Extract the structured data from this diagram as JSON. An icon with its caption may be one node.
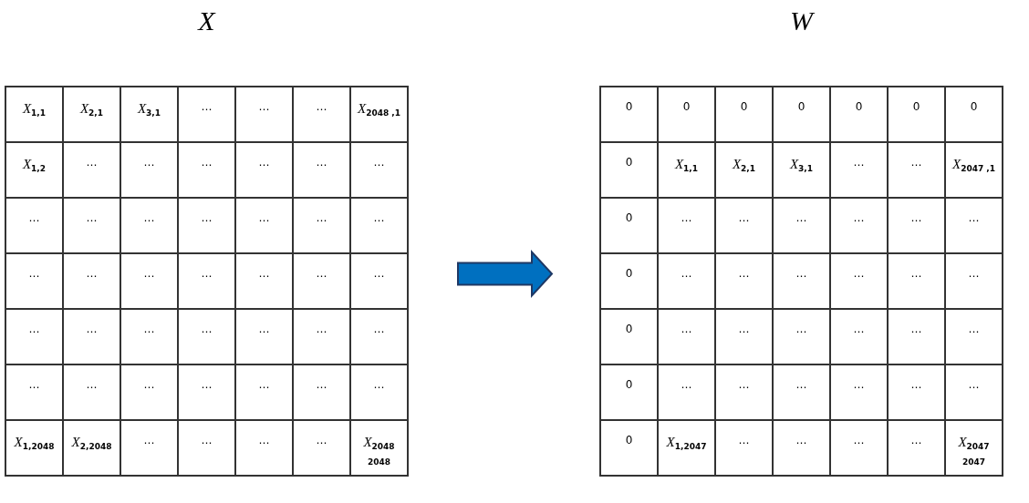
{
  "diagram": {
    "nodes": [
      {
        "text": [
          "X"
        ]
      },
      {
        "text": [
          "W"
        ]
      }
    ],
    "edges": [
      {
        "from": 0,
        "to": 1,
        "arrow": "to",
        "style": "thick",
        "color": "#0070c0"
      }
    ],
    "labels": [
      "*X*$_{1,1}$",
      "*X*$_{2,1}$",
      "*X*$_{3,1}$",
      "…",
      "…",
      "…",
      "*X*$_{2048 ,1}$",
      "*X*$_{1,2}$",
      "…",
      "…",
      "…",
      "…",
      "…",
      "…",
      "…",
      "…",
      "…",
      "…",
      "…",
      "…",
      "…",
      "…",
      "…",
      "…",
      "…",
      "…",
      "…",
      "…",
      "…",
      "…",
      "…",
      "…",
      "…",
      "…",
      "…",
      "…",
      "…",
      "…",
      "…",
      "…",
      "…",
      "…",
      "*X*$_{1,2048}$",
      "*X*$_{2,2048}$",
      "…",
      "…",
      "…",
      "…",
      "*X*$_{2048}$ $_{2048}$",
      "0",
      "0",
      "0",
      "0",
      "0",
      "0",
      "0",
      "0",
      "*X*$_{1,1}$",
      "*X*$_{2,1}$",
      "*X*$_{3,1}$",
      "…",
      "…",
      "*X*$_{2047 ,1}$",
      "0",
      "…",
      "…",
      "…",
      "…",
      "…",
      "…",
      "0",
      "…",
      "…",
      "…",
      "…",
      "…",
      "…",
      "0",
      "…",
      "…",
      "…",
      "…",
      "…",
      "…",
      "0",
      "…",
      "…",
      "…",
      "…",
      "…",
      "…",
      "0",
      "*X*$_{1,2047}$",
      "…",
      "…",
      "…",
      "…",
      "*X*$_{2047}$ $_{2047}$"
    ]
  }
}
